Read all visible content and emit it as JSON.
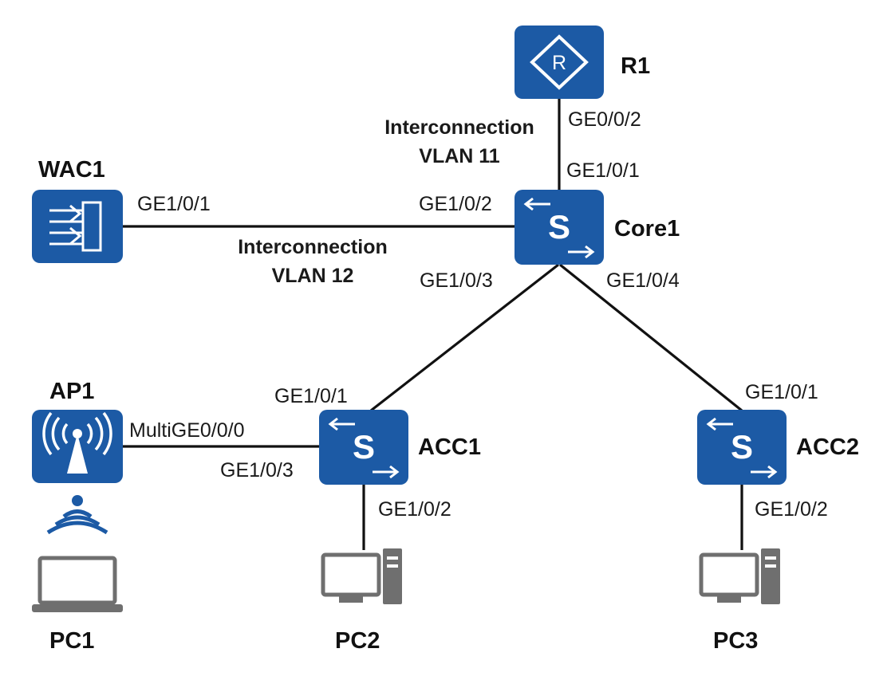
{
  "colors": {
    "device": "#1c5aa5",
    "line": "#111111",
    "pc": "#6f6f6f"
  },
  "devices": {
    "r1": {
      "label": "R1",
      "icon": "router-icon"
    },
    "core1": {
      "label": "Core1",
      "icon": "switch-icon"
    },
    "wac1": {
      "label": "WAC1",
      "icon": "wireless-controller-icon"
    },
    "acc1": {
      "label": "ACC1",
      "icon": "switch-icon"
    },
    "acc2": {
      "label": "ACC2",
      "icon": "switch-icon"
    },
    "ap1": {
      "label": "AP1",
      "icon": "access-point-icon"
    },
    "pc1": {
      "label": "PC1",
      "icon": "laptop-icon"
    },
    "pc2": {
      "label": "PC2",
      "icon": "desktop-pc-icon"
    },
    "pc3": {
      "label": "PC3",
      "icon": "desktop-pc-icon"
    }
  },
  "ports": {
    "r1_ge002": "GE0/0/2",
    "core1_ge101": "GE1/0/1",
    "wac1_ge101": "GE1/0/1",
    "core1_ge102": "GE1/0/2",
    "core1_ge103": "GE1/0/3",
    "core1_ge104": "GE1/0/4",
    "acc1_ge101": "GE1/0/1",
    "acc1_ge103": "GE1/0/3",
    "ap1_multige": "MultiGE0/0/0",
    "acc1_ge102": "GE1/0/2",
    "acc2_ge101": "GE1/0/1",
    "acc2_ge102": "GE1/0/2"
  },
  "notes": {
    "vlan11": [
      "Interconnection",
      "VLAN 11"
    ],
    "vlan12": [
      "Interconnection",
      "VLAN 12"
    ]
  }
}
